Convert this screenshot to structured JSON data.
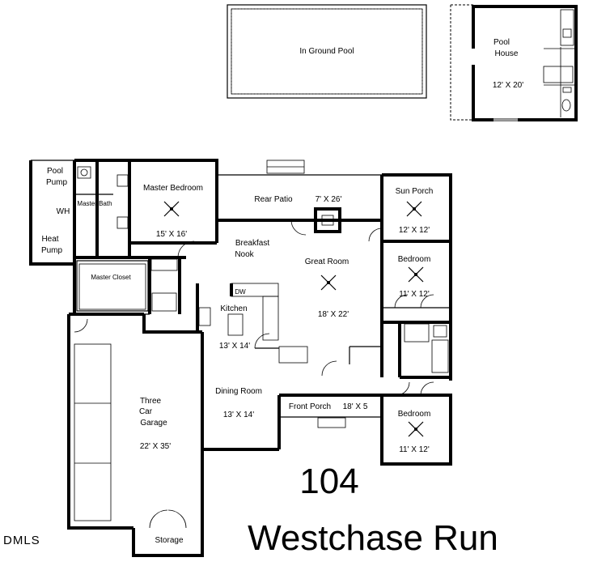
{
  "plan": {
    "pool": {
      "label": "In Ground Pool"
    },
    "pool_house": {
      "name_line1": "Pool",
      "name_line2": "House",
      "size": "12' X 20'"
    },
    "utility": {
      "pool_pump_1": "Pool",
      "pool_pump_2": "Pump",
      "wh": "WH",
      "heat_pump_1": "Heat",
      "heat_pump_2": "Pump"
    },
    "master_bath": {
      "label": "Master Bath"
    },
    "master_bedroom": {
      "label": "Master Bedroom",
      "size": "15' X 16'"
    },
    "master_closet": {
      "label": "Master Closet"
    },
    "rear_patio": {
      "label": "Rear Patio",
      "size": "7' X 26'"
    },
    "sun_porch": {
      "label": "Sun Porch",
      "size": "12' X 12'"
    },
    "breakfast_nook": {
      "line1": "Breakfast",
      "line2": "Nook"
    },
    "great_room": {
      "label": "Great Room",
      "size": "18' X 22'"
    },
    "bedroom_2": {
      "label": "Bedroom",
      "size": "11' X 12'"
    },
    "kitchen": {
      "label": "Kitchen",
      "size": "13' X 14'",
      "appliance": "DW"
    },
    "garage": {
      "line1": "Three",
      "line2": "Car",
      "line3": "Garage",
      "size": "22' X 35'"
    },
    "dining_room": {
      "label": "Dining Room",
      "size": "13' X 14'"
    },
    "front_porch": {
      "label": "Front Porch",
      "size": "18' X 5"
    },
    "bedroom_3": {
      "label": "Bedroom",
      "size": "11' X 12'"
    },
    "storage": {
      "label": "Storage"
    }
  },
  "address": {
    "number": "104",
    "street": "Westchase Run"
  },
  "watermark": "DMLS"
}
